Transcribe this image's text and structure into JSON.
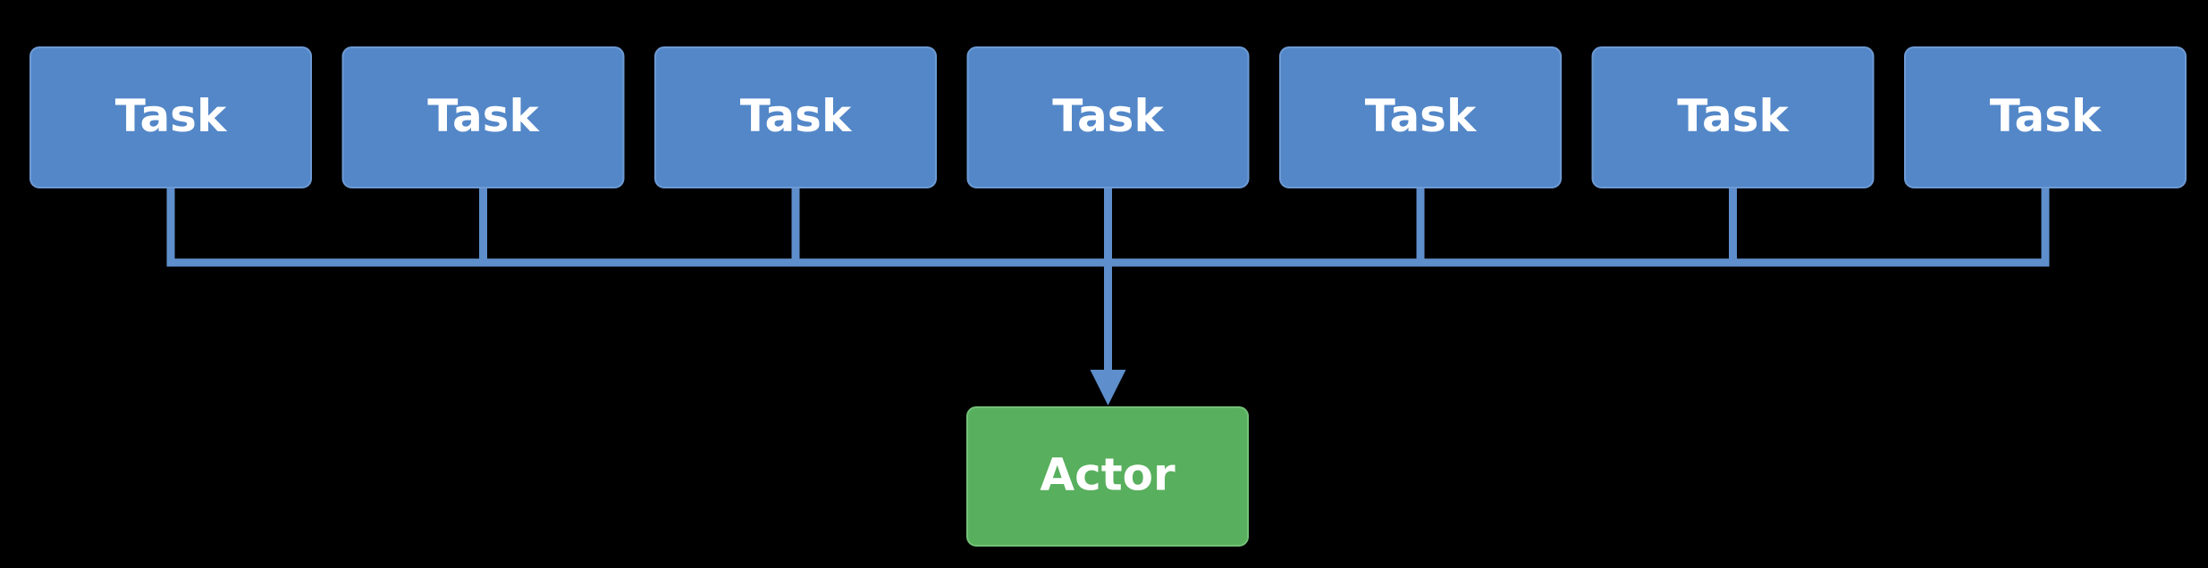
{
  "diagram": {
    "tasks": [
      {
        "label": "Task"
      },
      {
        "label": "Task"
      },
      {
        "label": "Task"
      },
      {
        "label": "Task"
      },
      {
        "label": "Task"
      },
      {
        "label": "Task"
      },
      {
        "label": "Task"
      }
    ],
    "actor": {
      "label": "Actor"
    },
    "colors": {
      "background": "#000000",
      "task_fill": "#5387c8",
      "task_border": "#6d9ad4",
      "actor_fill": "#58af5d",
      "actor_border": "#74c279",
      "connector": "#5e8ecb",
      "text": "#ffffff"
    }
  }
}
